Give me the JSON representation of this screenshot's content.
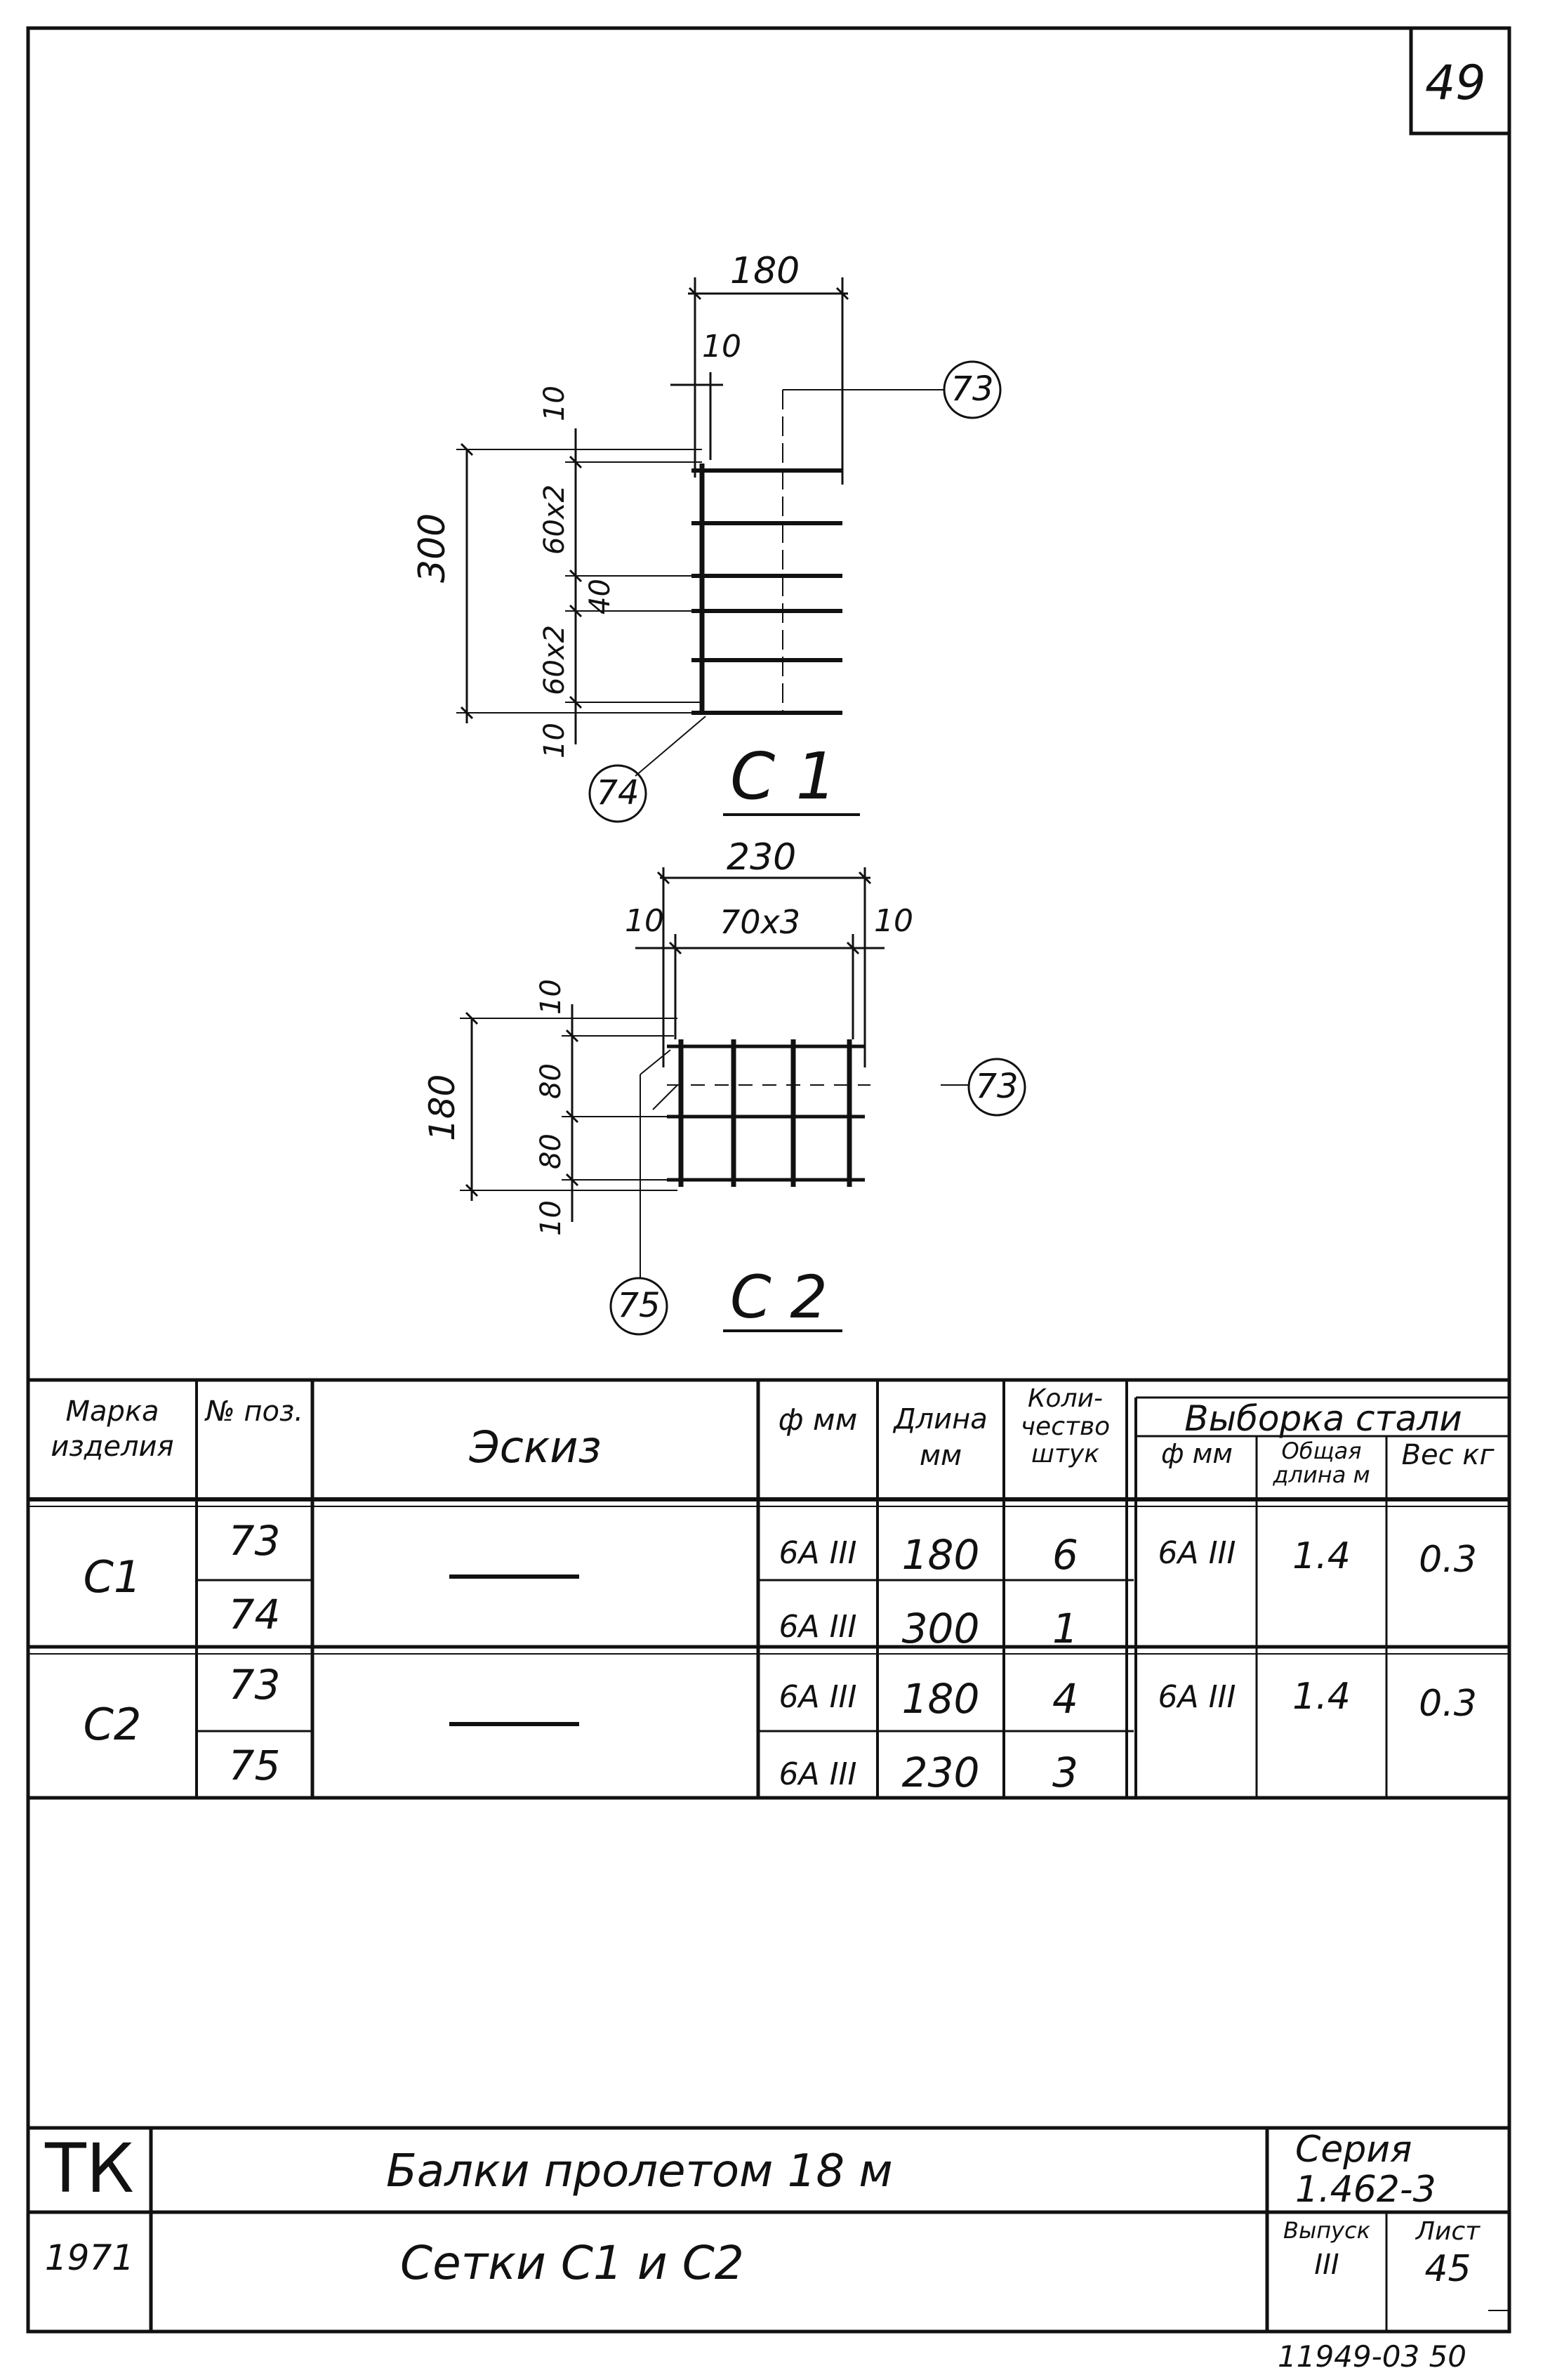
{
  "sheet_number": "49",
  "drawing_c1": {
    "title": "С 1",
    "dim_width": "180",
    "dim_offset": "10",
    "dim_height": "300",
    "dim_left": [
      "10",
      "60х2",
      "40",
      "60х2",
      "10"
    ],
    "callout_top": "73",
    "callout_bottom": "74"
  },
  "drawing_c2": {
    "title": "С 2",
    "dim_width": "230",
    "dim_mid": "70х3",
    "dim_left_edge": "10",
    "dim_right_edge": "10",
    "dim_height": "180",
    "dim_left": [
      "10",
      "80",
      "80",
      "10"
    ],
    "callout_right": "73",
    "callout_bottom": "75"
  },
  "table": {
    "headers": {
      "mark": "Марка изделия",
      "pos": "№ поз.",
      "sketch": "Эскиз",
      "dia": "ф мм",
      "length": "Длина мм",
      "qty": "Коли- чество штук",
      "group": "Выборка стали",
      "sel_dia": "ф мм",
      "sel_total": "Общая длина м",
      "sel_weight": "Вес кг"
    },
    "groups": [
      {
        "mark": "С1",
        "rows": [
          {
            "pos": "73",
            "dia": "6А III",
            "length": "180",
            "qty": "6"
          },
          {
            "pos": "74",
            "dia": "6А III",
            "length": "300",
            "qty": "1"
          }
        ],
        "sel_dia": "6А III",
        "sel_total": "1.4",
        "sel_weight": "0.3"
      },
      {
        "mark": "С2",
        "rows": [
          {
            "pos": "73",
            "dia": "6А III",
            "length": "180",
            "qty": "4"
          },
          {
            "pos": "75",
            "dia": "6А III",
            "length": "230",
            "qty": "3"
          }
        ],
        "sel_dia": "6А III",
        "sel_total": "1.4",
        "sel_weight": "0.3"
      }
    ]
  },
  "title_block": {
    "org": "ТК",
    "year": "1971",
    "title_line1": "Балки пролетом 18 м",
    "title_line2": "Сетки С1 и С2",
    "series_label": "Серия",
    "series_value": "1.462-3",
    "issue_label": "Выпуск",
    "issue_value": "III",
    "sheet_label": "Лист",
    "sheet_value": "45"
  },
  "footer_code": "11949-03 50"
}
